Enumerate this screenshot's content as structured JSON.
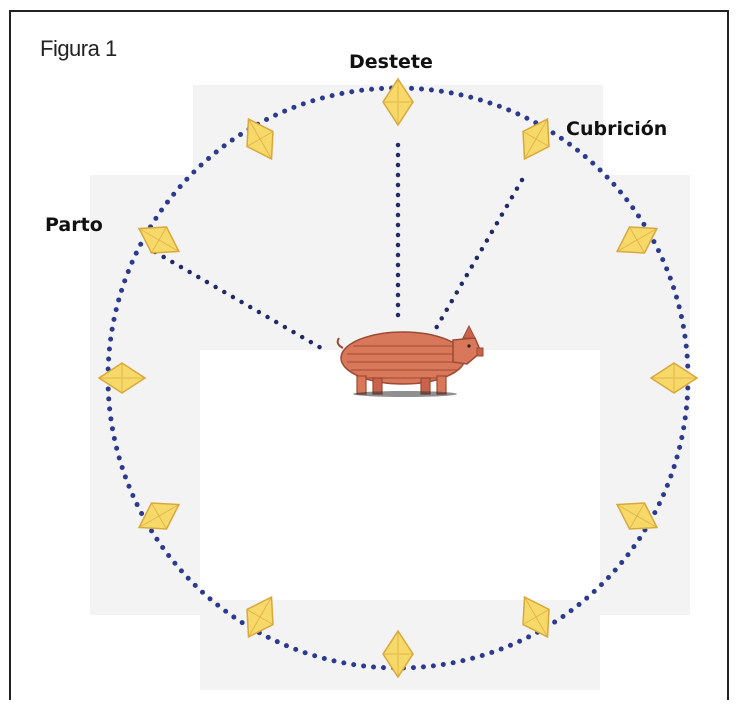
{
  "figure": {
    "label": "Figura 1"
  },
  "stages": {
    "weaning": "Destete",
    "mating": "Cubrición",
    "farrowing": "Parto"
  },
  "colors": {
    "dots": "#2b3a8f",
    "marker_fill": "#f7d96a",
    "marker_stroke": "#d9a83a",
    "backdrop": "#f3f3f3",
    "pig": "#d9775a"
  },
  "icons": {
    "center": "pig-icon",
    "marker": "diamond-marker-icon"
  }
}
